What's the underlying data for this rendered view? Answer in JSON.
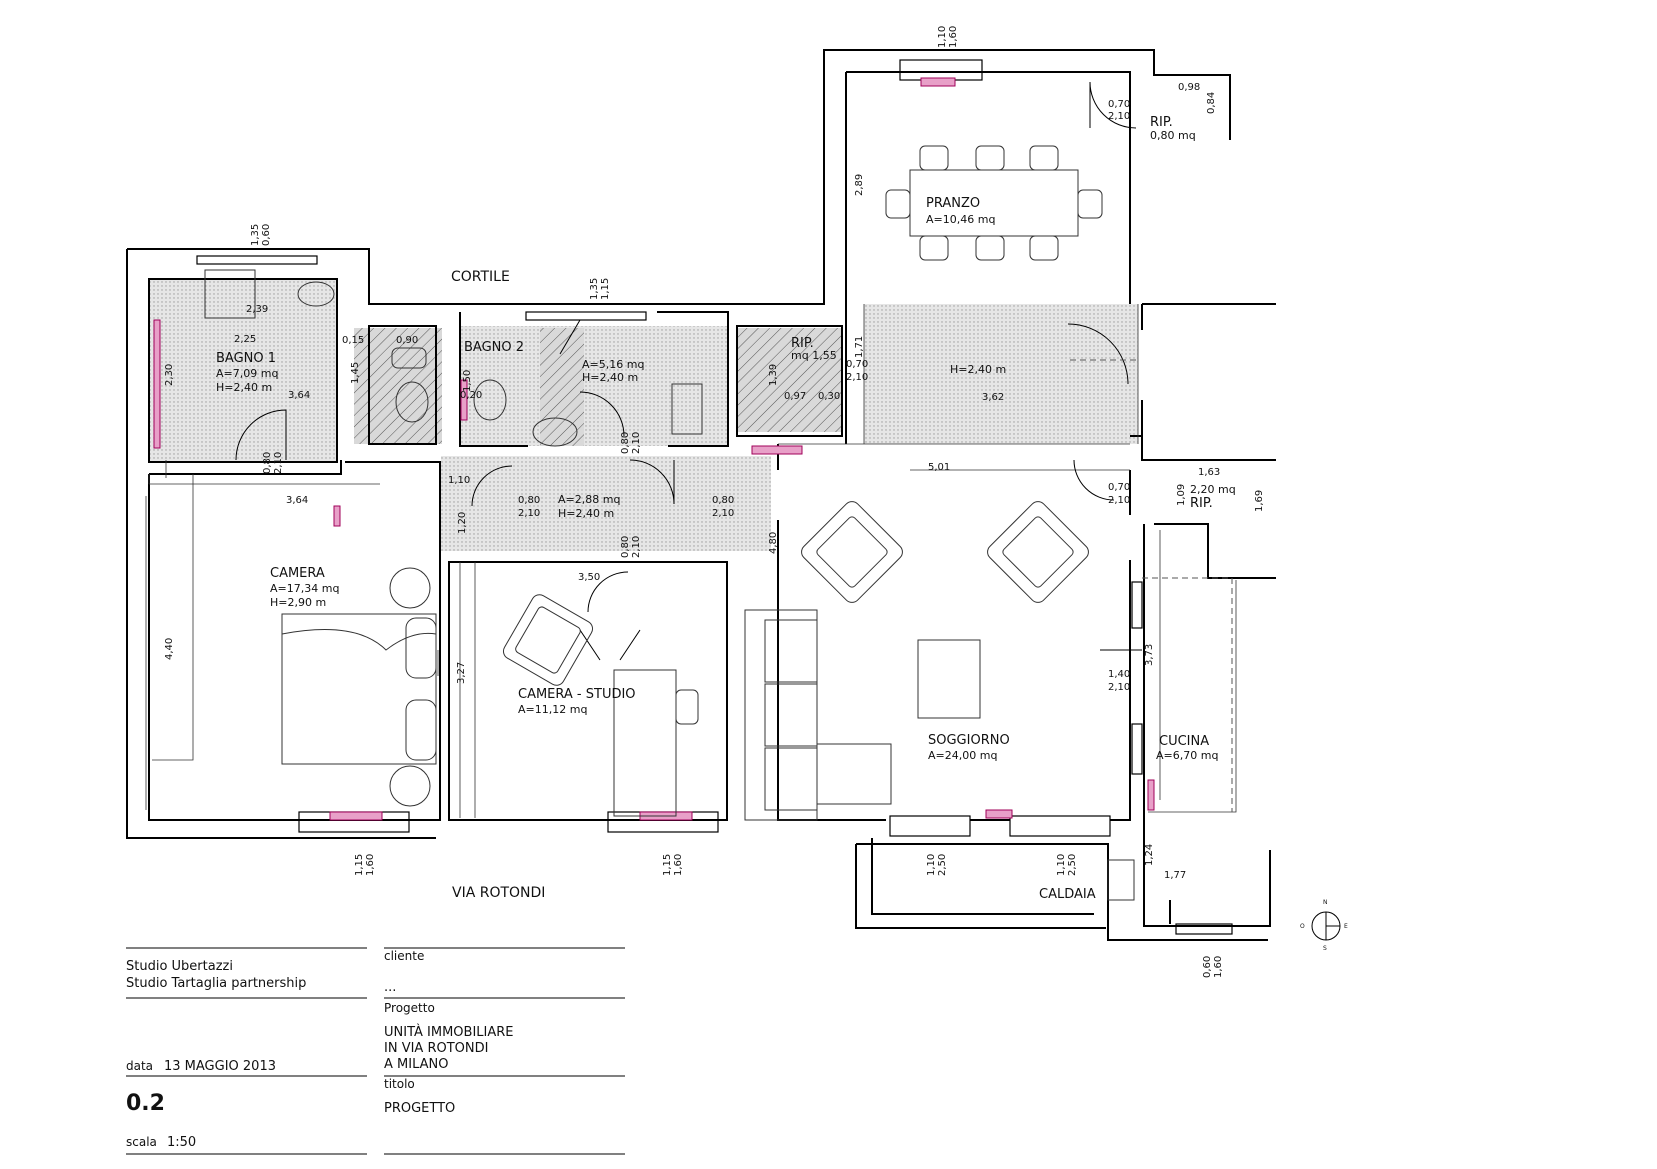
{
  "streets": {
    "cortile": "CORTILE",
    "via_rotondi": "VIA ROTONDI",
    "caldaia": "CALDAIA"
  },
  "rooms": [
    {
      "id": "bagno1",
      "name": "BAGNO 1",
      "area": "A=7,09 mq",
      "height": "H=2,40 m"
    },
    {
      "id": "bagno2",
      "name": "BAGNO 2",
      "area": "A=5,16 mq",
      "height": "H=2,40 m"
    },
    {
      "id": "disimpegno",
      "name": "",
      "area": "A=2,88 mq",
      "height": "H=2,40 m"
    },
    {
      "id": "rip-small",
      "name": "RIP.",
      "area": "mq 1,55",
      "height": ""
    },
    {
      "id": "corridoio",
      "name": "",
      "area": "",
      "height": "H=2,40 m"
    },
    {
      "id": "pranzo",
      "name": "PRANZO",
      "area": "A=10,46 mq",
      "height": ""
    },
    {
      "id": "rip-top",
      "name": "RIP.",
      "area": "0,80 mq",
      "height": ""
    },
    {
      "id": "rip-right",
      "name": "RIP.",
      "area": "2,20 mq",
      "height": ""
    },
    {
      "id": "camera",
      "name": "CAMERA",
      "area": "A=17,34 mq",
      "height": "H=2,90 m"
    },
    {
      "id": "camera-studio",
      "name": "CAMERA - STUDIO",
      "area": "A=11,12 mq",
      "height": ""
    },
    {
      "id": "soggiorno",
      "name": "SOGGIORNO",
      "area": "A=24,00 mq",
      "height": ""
    },
    {
      "id": "cucina",
      "name": "CUCINA",
      "area": "A=6,70 mq",
      "height": ""
    }
  ],
  "dimensions": [
    {
      "id": "w-bagno1-top",
      "a": "1,35",
      "b": "0,60"
    },
    {
      "id": "w-bagno2-top",
      "a": "1,35",
      "b": "1,15"
    },
    {
      "id": "w-pranzo-top",
      "a": "1,10",
      "b": "1,60"
    },
    {
      "id": "d-rip-top",
      "a": "0,70",
      "b": "2,10"
    },
    {
      "id": "d-rip-small",
      "a": "0,70",
      "b": "2,10"
    },
    {
      "id": "d-bagno1",
      "a": "0,80",
      "b": "2,10"
    },
    {
      "id": "d-disimp",
      "a": "0,80",
      "b": "2,10"
    },
    {
      "id": "d-bagno2",
      "a": "0,80",
      "b": "2,10"
    },
    {
      "id": "d-right",
      "a": "0,80",
      "b": "2,10"
    },
    {
      "id": "d-studio",
      "a": "0,80",
      "b": "2,10"
    },
    {
      "id": "d-rip-right",
      "a": "0,70",
      "b": "2,10"
    },
    {
      "id": "d-soggiorno-cucina",
      "a": "1,40",
      "b": "2,10"
    },
    {
      "id": "w-camera",
      "a": "1,15",
      "b": "1,60"
    },
    {
      "id": "w-studio",
      "a": "1,15",
      "b": "1,60"
    },
    {
      "id": "w-sogg-1",
      "a": "1,10",
      "b": "2,50"
    },
    {
      "id": "w-sogg-2",
      "a": "1,10",
      "b": "2,50"
    },
    {
      "id": "w-cucina",
      "a": "0,60",
      "b": "1,60"
    }
  ],
  "measures": [
    {
      "id": "m-098",
      "text": "0,98"
    },
    {
      "id": "m-084",
      "text": "0,84"
    },
    {
      "id": "m-289",
      "text": "2,89"
    },
    {
      "id": "m-171",
      "text": "1,71"
    },
    {
      "id": "m-362",
      "text": "3,62"
    },
    {
      "id": "m-239",
      "text": "2,39"
    },
    {
      "id": "m-225",
      "text": "2,25"
    },
    {
      "id": "m-230",
      "text": "2,30"
    },
    {
      "id": "m-145",
      "text": "1,45"
    },
    {
      "id": "m-364a",
      "text": "3,64"
    },
    {
      "id": "m-015",
      "text": "0,15"
    },
    {
      "id": "m-090",
      "text": "0,90"
    },
    {
      "id": "m-020",
      "text": "0,20"
    },
    {
      "id": "m-150",
      "text": "1,50"
    },
    {
      "id": "m-139",
      "text": "1,39"
    },
    {
      "id": "m-097",
      "text": "0,97"
    },
    {
      "id": "m-030",
      "text": "0,30"
    },
    {
      "id": "m-501",
      "text": "5,01"
    },
    {
      "id": "m-110",
      "text": "1,10"
    },
    {
      "id": "m-364b",
      "text": "3,64"
    },
    {
      "id": "m-120",
      "text": "1,20"
    },
    {
      "id": "m-163",
      "text": "1,63"
    },
    {
      "id": "m-109",
      "text": "1,09"
    },
    {
      "id": "m-169",
      "text": "1,69"
    },
    {
      "id": "m-350",
      "text": "3,50"
    },
    {
      "id": "m-480",
      "text": "4,80"
    },
    {
      "id": "m-440",
      "text": "4,40"
    },
    {
      "id": "m-327",
      "text": "3,27"
    },
    {
      "id": "m-373",
      "text": "3,73"
    },
    {
      "id": "m-124",
      "text": "1,24"
    },
    {
      "id": "m-177",
      "text": "1,77"
    }
  ],
  "compass": {
    "n": "N",
    "e": "E",
    "s": "S",
    "o": "O"
  },
  "title_block": {
    "studio_1": "Studio Ubertazzi",
    "studio_2": "Studio Tartaglia partnership",
    "cliente_label": "cliente",
    "cliente_value": "...",
    "progetto_label": "Progetto",
    "progetto_1": "UNITÀ IMMOBILIARE",
    "progetto_2": "IN VIA ROTONDI",
    "progetto_3": "A MILANO",
    "data_label": "data",
    "data_value": "13 MAGGIO 2013",
    "number": "0.2",
    "titolo_label": "titolo",
    "titolo_value": "PROGETTO",
    "scala_label": "scala",
    "scala_value": "1:50"
  }
}
